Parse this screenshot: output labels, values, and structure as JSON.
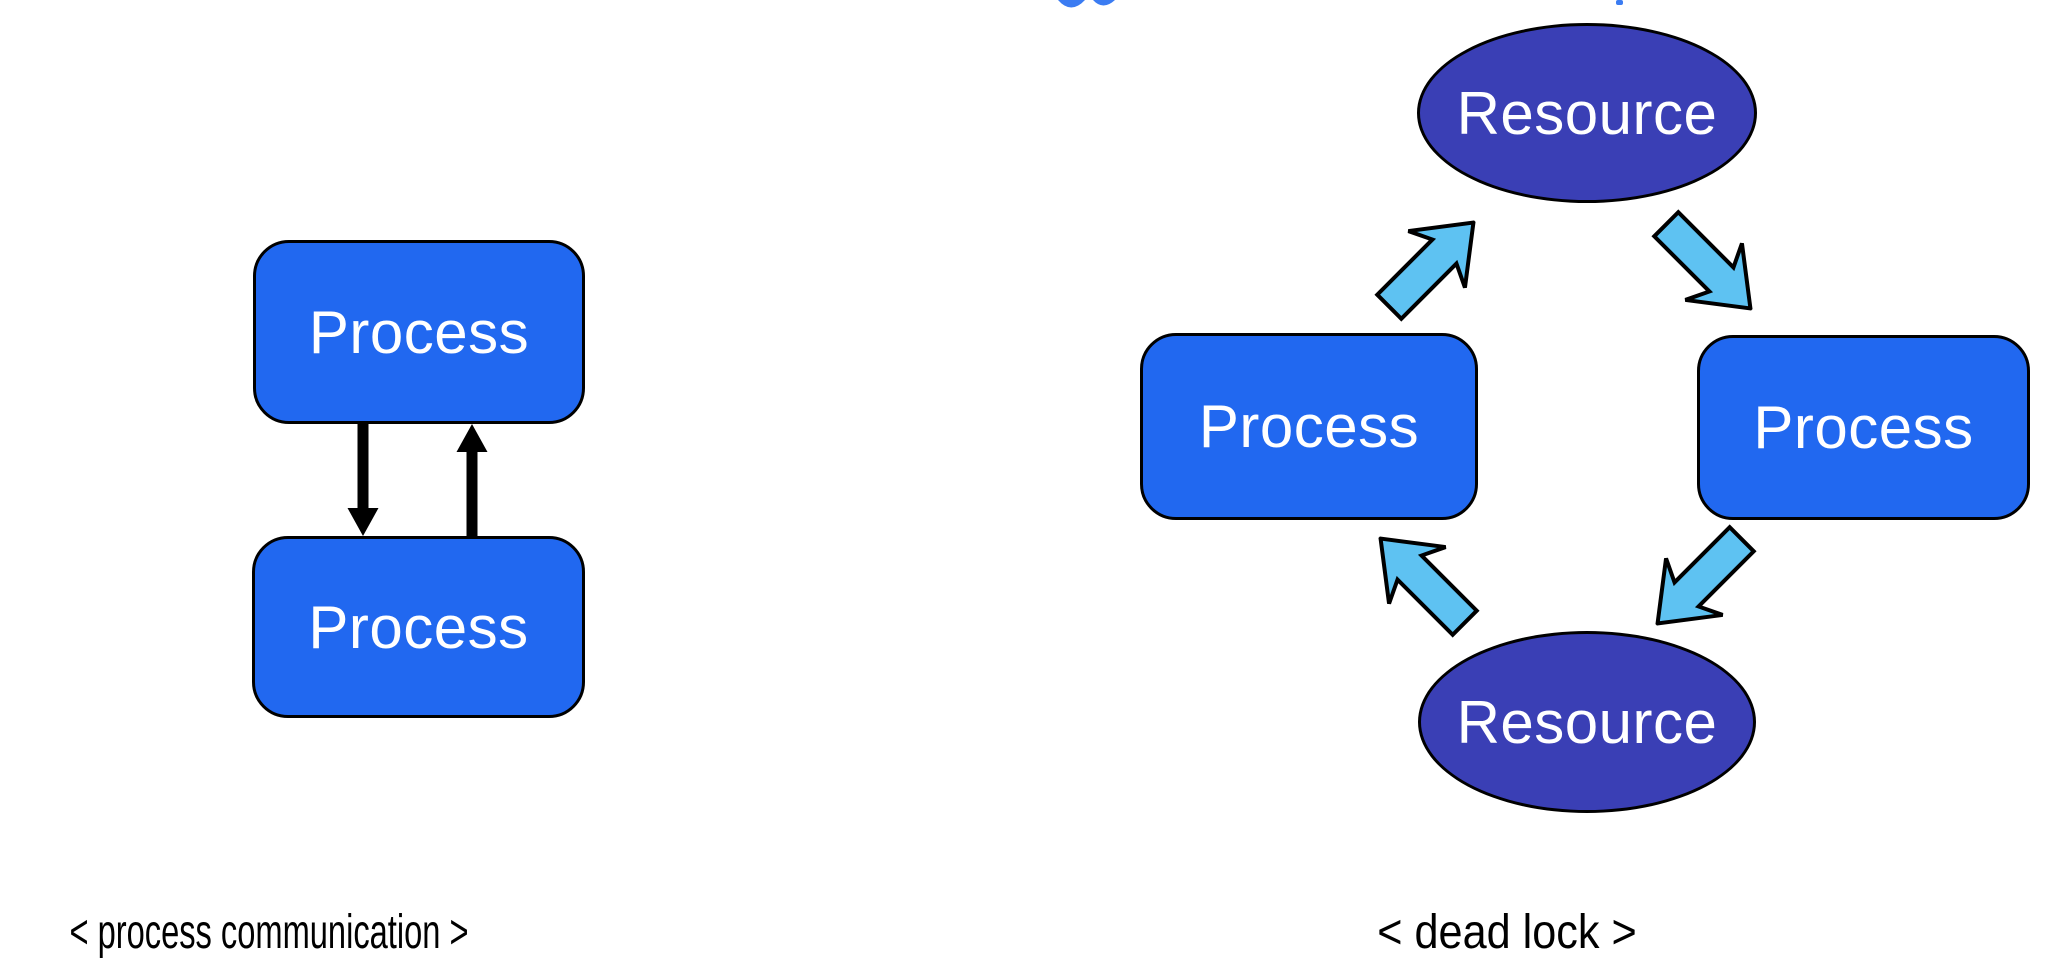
{
  "colors": {
    "process_fill": "#2168f0",
    "resource_fill": "#3a3fb5",
    "flow_arrow_fill": "#5ec2f2",
    "shape_outline": "#000000",
    "shape_label_text": "#ffffff",
    "caption_text": "#000000",
    "fragment_blue": "#3b7cf2"
  },
  "left_diagram": {
    "caption": "< process communication >",
    "top_node": {
      "label": "Process",
      "shape": "rounded-rect"
    },
    "bottom_node": {
      "label": "Process",
      "shape": "rounded-rect"
    },
    "arrows": [
      {
        "direction": "down"
      },
      {
        "direction": "up"
      }
    ]
  },
  "right_diagram": {
    "caption": "< dead lock >",
    "top_node": {
      "label": "Resource",
      "shape": "ellipse"
    },
    "left_node": {
      "label": "Process",
      "shape": "rounded-rect"
    },
    "right_node": {
      "label": "Process",
      "shape": "rounded-rect"
    },
    "bottom_node": {
      "label": "Resource",
      "shape": "ellipse"
    },
    "cycle_arrows": [
      {
        "direction": "up-right"
      },
      {
        "direction": "down-right"
      },
      {
        "direction": "down-left"
      },
      {
        "direction": "up-left"
      }
    ]
  }
}
